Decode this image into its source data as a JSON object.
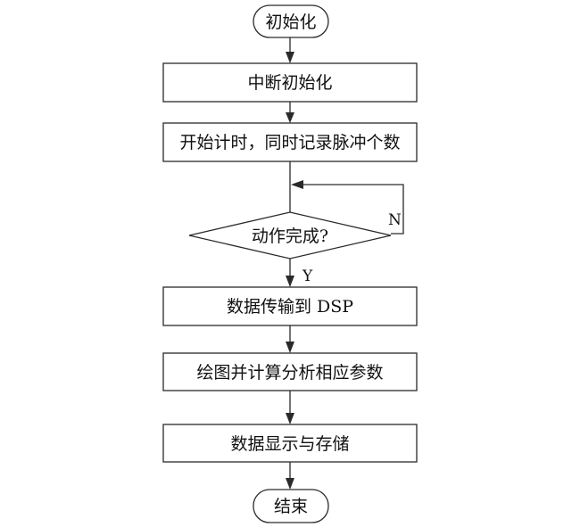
{
  "flowchart": {
    "start": "初始化",
    "step_interrupt_init": "中断初始化",
    "step_start_timing": "开始计时，同时记录脉冲个数",
    "decision_done": "动作完成?",
    "decision_no": "N",
    "decision_yes": "Y",
    "step_transfer": "数据传输到 DSP",
    "step_plot": "绘图并计算分析相应参数",
    "step_display": "数据显示与存储",
    "end": "结束"
  }
}
